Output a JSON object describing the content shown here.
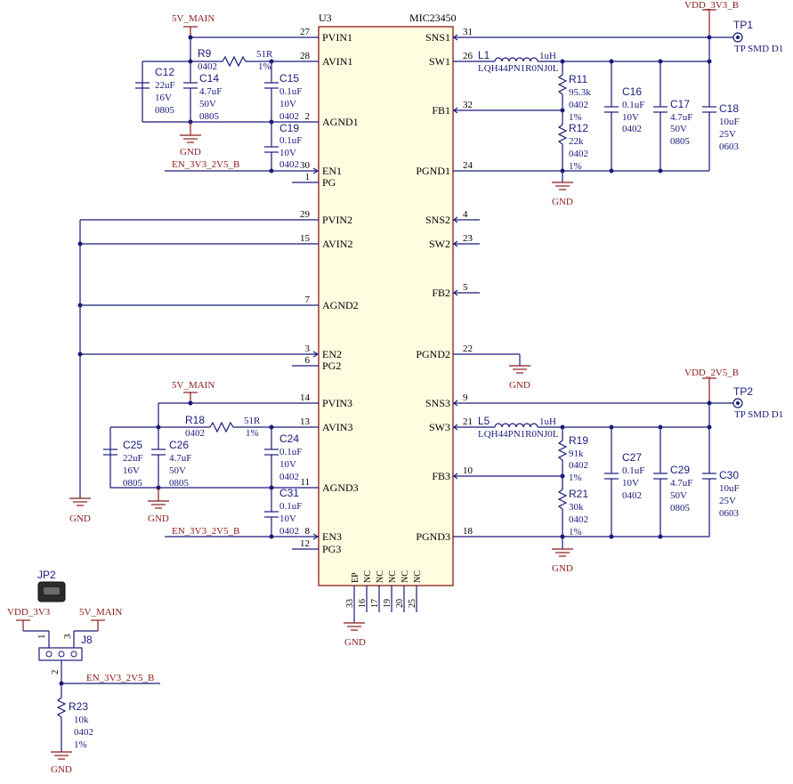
{
  "ic": {
    "ref": "U3",
    "part": "MIC23450",
    "left_pins": [
      {
        "name": "PVIN1",
        "num": "27"
      },
      {
        "name": "AVIN1",
        "num": "28"
      },
      {
        "name": "AGND1",
        "num": "2"
      },
      {
        "name": "EN1",
        "num": "30"
      },
      {
        "name": "PG",
        "num": "1"
      },
      {
        "name": "PVIN2",
        "num": "29"
      },
      {
        "name": "AVIN2",
        "num": "15"
      },
      {
        "name": "AGND2",
        "num": "7"
      },
      {
        "name": "EN2",
        "num": "3"
      },
      {
        "name": "PG2",
        "num": "6"
      },
      {
        "name": "PVIN3",
        "num": "14"
      },
      {
        "name": "AVIN3",
        "num": "13"
      },
      {
        "name": "AGND3",
        "num": "11"
      },
      {
        "name": "EN3",
        "num": "8"
      },
      {
        "name": "PG3",
        "num": "12"
      }
    ],
    "right_pins": [
      {
        "name": "SNS1",
        "num": "31"
      },
      {
        "name": "SW1",
        "num": "26"
      },
      {
        "name": "FB1",
        "num": "32"
      },
      {
        "name": "PGND1",
        "num": "24"
      },
      {
        "name": "SNS2",
        "num": "4"
      },
      {
        "name": "SW2",
        "num": "23"
      },
      {
        "name": "FB2",
        "num": "5"
      },
      {
        "name": "PGND2",
        "num": "22"
      },
      {
        "name": "SNS3",
        "num": "9"
      },
      {
        "name": "SW3",
        "num": "21"
      },
      {
        "name": "FB3",
        "num": "10"
      },
      {
        "name": "PGND3",
        "num": "18"
      }
    ],
    "bottom_pins": [
      {
        "name": "EP",
        "num": "33"
      },
      {
        "name": "NC",
        "num": "16"
      },
      {
        "name": "NC",
        "num": "17"
      },
      {
        "name": "NC",
        "num": "19"
      },
      {
        "name": "NC",
        "num": "20"
      },
      {
        "name": "NC",
        "num": "25"
      }
    ]
  },
  "nets": {
    "v5_main": "5V_MAIN",
    "gnd": "GND",
    "en": "EN_3V3_2V5_B",
    "vdd_3v3_b": "VDD_3V3_B",
    "vdd_2v5_b": "VDD_2V5_B",
    "vdd_3v3": "VDD_3V3"
  },
  "components": {
    "R9": {
      "ref": "R9",
      "v1": "0402",
      "v2": "51R",
      "v3": "1%"
    },
    "R18": {
      "ref": "R18",
      "v1": "0402",
      "v2": "51R",
      "v3": "1%"
    },
    "C12": {
      "ref": "C12",
      "lines": [
        "22uF",
        "16V",
        "0805"
      ]
    },
    "C14": {
      "ref": "C14",
      "lines": [
        "4.7uF",
        "50V",
        "0805"
      ]
    },
    "C15": {
      "ref": "C15",
      "lines": [
        "0.1uF",
        "10V",
        "0402"
      ]
    },
    "C19": {
      "ref": "C19",
      "lines": [
        "0.1uF",
        "10V",
        "0402"
      ]
    },
    "C25": {
      "ref": "C25",
      "lines": [
        "22uF",
        "16V",
        "0805"
      ]
    },
    "C26": {
      "ref": "C26",
      "lines": [
        "4.7uF",
        "50V",
        "0805"
      ]
    },
    "C24": {
      "ref": "C24",
      "lines": [
        "0.1uF",
        "10V",
        "0402"
      ]
    },
    "C31": {
      "ref": "C31",
      "lines": [
        "0.1uF",
        "10V",
        "0402"
      ]
    },
    "L1": {
      "ref": "L1",
      "value": "1uH",
      "part": "LQH44PN1R0NJ0L"
    },
    "L5": {
      "ref": "L5",
      "value": "1uH",
      "part": "LQH44PN1R0NJ0L"
    },
    "R11": {
      "ref": "R11",
      "lines": [
        "95.3k",
        "0402",
        "1%"
      ]
    },
    "R12": {
      "ref": "R12",
      "lines": [
        "22k",
        "0402",
        "1%"
      ]
    },
    "R19": {
      "ref": "R19",
      "lines": [
        "91k",
        "0402",
        "1%"
      ]
    },
    "R21": {
      "ref": "R21",
      "lines": [
        "30k",
        "0402",
        "1%"
      ]
    },
    "C16": {
      "ref": "C16",
      "lines": [
        "0.1uF",
        "10V",
        "0402"
      ]
    },
    "C17": {
      "ref": "C17",
      "lines": [
        "4.7uF",
        "50V",
        "0805"
      ]
    },
    "C18": {
      "ref": "C18",
      "lines": [
        "10uF",
        "25V",
        "0603"
      ]
    },
    "C27": {
      "ref": "C27",
      "lines": [
        "0.1uF",
        "10V",
        "0402"
      ]
    },
    "C29": {
      "ref": "C29",
      "lines": [
        "4.7uF",
        "50V",
        "0805"
      ]
    },
    "C30": {
      "ref": "C30",
      "lines": [
        "10uF",
        "25V",
        "0603"
      ]
    },
    "R23": {
      "ref": "R23",
      "lines": [
        "10k",
        "0402",
        "1%"
      ]
    },
    "TP1": {
      "ref": "TP1",
      "desc": "TP SMD D1"
    },
    "TP2": {
      "ref": "TP2",
      "desc": "TP SMD D1"
    },
    "JP2": {
      "ref": "JP2"
    },
    "J8": {
      "ref": "J8",
      "pins": [
        "1",
        "2",
        "3"
      ]
    }
  }
}
